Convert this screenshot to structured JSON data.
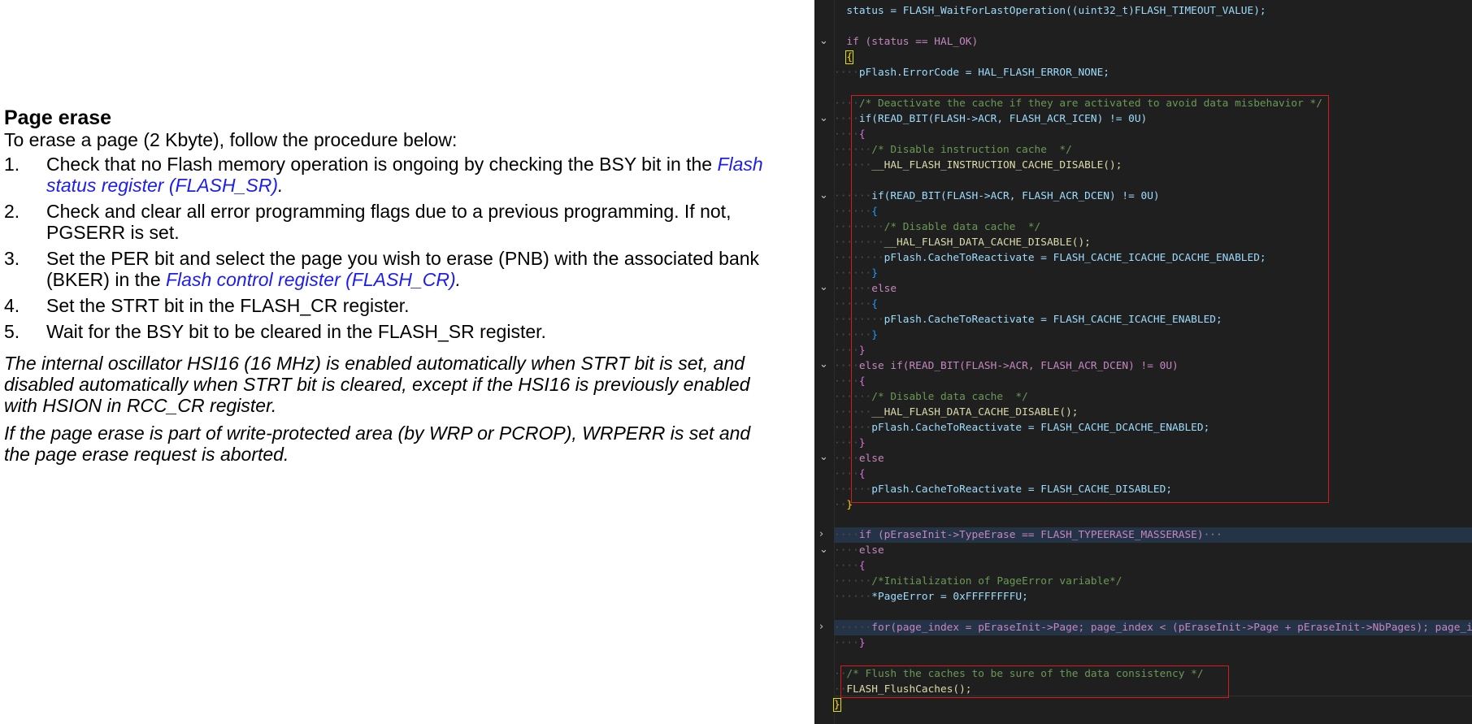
{
  "doc": {
    "title": "Page erase",
    "intro": "To erase a page (2 Kbyte), follow the procedure below:",
    "steps": [
      {
        "num": "1.",
        "line1_text": "Check that no Flash memory operation is ongoing by checking the BSY bit in the ",
        "line1_link": "Flash",
        "line2_link": "status register (FLASH_SR)",
        "line2_text": "."
      },
      {
        "num": "2.",
        "line1": "Check and clear all error programming flags due to a previous programming. If not,",
        "line2": "PGSERR is set."
      },
      {
        "num": "3.",
        "line1": "Set the PER bit and select the page you wish to erase (PNB) with the associated bank",
        "line2_text": "(BKER) in the ",
        "line2_link": "Flash control register (FLASH_CR)",
        "line2_end": "."
      },
      {
        "num": "4.",
        "text": "Set the STRT bit in the FLASH_CR register."
      },
      {
        "num": "5.",
        "text": "Wait for the BSY bit to be cleared in the FLASH_SR register."
      }
    ],
    "note1": [
      "The internal oscillator HSI16 (16 MHz) is enabled automatically when STRT bit is set, and",
      "disabled automatically when STRT bit is cleared, except if the HSI16 is previously enabled",
      "with HSION in RCC_CR register."
    ],
    "note2": [
      "If the page erase is part of write-protected area (by WRP or PCROP), WRPERR is set and",
      "the page erase request is aborted."
    ]
  },
  "code": {
    "lines": [
      "status = FLASH_WaitForLastOperation((uint32_t)FLASH_TIMEOUT_VALUE);",
      "if (status == HAL_OK)",
      "{",
      "pFlash.ErrorCode = HAL_FLASH_ERROR_NONE;",
      "/* Deactivate the cache if they are activated to avoid data misbehavior */",
      "if(READ_BIT(FLASH->ACR, FLASH_ACR_ICEN) != 0U)",
      "{",
      "/* Disable instruction cache  */",
      "__HAL_FLASH_INSTRUCTION_CACHE_DISABLE();",
      "if(READ_BIT(FLASH->ACR, FLASH_ACR_DCEN) != 0U)",
      "{",
      "/* Disable data cache  */",
      "__HAL_FLASH_DATA_CACHE_DISABLE();",
      "pFlash.CacheToReactivate = FLASH_CACHE_ICACHE_DCACHE_ENABLED;",
      "}",
      "else",
      "{",
      "pFlash.CacheToReactivate = FLASH_CACHE_ICACHE_ENABLED;",
      "}",
      "}",
      "else if(READ_BIT(FLASH->ACR, FLASH_ACR_DCEN) != 0U)",
      "{",
      "/* Disable data cache  */",
      "__HAL_FLASH_DATA_CACHE_DISABLE();",
      "pFlash.CacheToReactivate = FLASH_CACHE_DCACHE_ENABLED;",
      "}",
      "else",
      "{",
      "pFlash.CacheToReactivate = FLASH_CACHE_DISABLED;",
      "}",
      "if (pEraseInit->TypeErase == FLASH_TYPEERASE_MASSERASE)",
      "···",
      "else",
      "{",
      "/*Initialization of PageError variable*/",
      "*PageError = 0xFFFFFFFFU;",
      "for(page_index = pEraseInit->Page; page_index < (pEraseInit->Page + pEraseInit->NbPages); page_i",
      "}",
      "/* Flush the caches to be sure of the data consistency */",
      "FLASH_FlushCaches();",
      "}"
    ]
  }
}
